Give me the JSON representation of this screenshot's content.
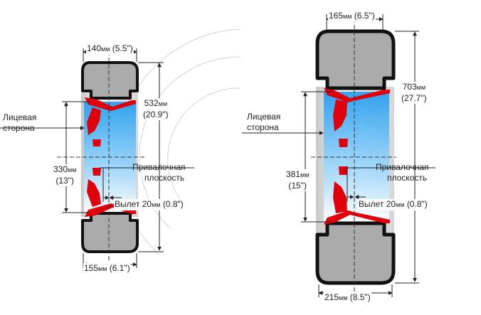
{
  "colors": {
    "tire": "#ababab",
    "tire_outline": "#111111",
    "rim_red": "#e0000b",
    "glass_blue": "#1e9bf0",
    "line": "#222222",
    "arc": "#d0d0d0"
  },
  "units": {
    "mm": "мм"
  },
  "left": {
    "top_width": {
      "value": "140",
      "inch": "(5.5\")"
    },
    "height": {
      "value": "532",
      "inch": "(20.9\")"
    },
    "rim_diameter": {
      "value": "330",
      "inch": "(13\")"
    },
    "bottom_width": {
      "value": "155",
      "inch": "(6.1\")"
    },
    "face_label_1": "Лицевая",
    "face_label_2": "сторона",
    "mount_label_1": "Привалочная",
    "mount_label_2": "плоскость",
    "offset_label": "Вылет 20",
    "offset_inch": "(0.8\")"
  },
  "right": {
    "top_width": {
      "value": "165",
      "inch": "(6.5\")"
    },
    "height": {
      "value": "703",
      "inch": "(27.7\")"
    },
    "rim_diameter": {
      "value": "381",
      "inch": "(15\")"
    },
    "bottom_width": {
      "value": "215",
      "inch": "(8.5\")"
    },
    "face_label_1": "Лицевая",
    "face_label_2": "сторона",
    "mount_label_1": "Привалочная",
    "mount_label_2": "плоскость",
    "offset_label": "Вылет 20",
    "offset_inch": "(0.8\")"
  }
}
